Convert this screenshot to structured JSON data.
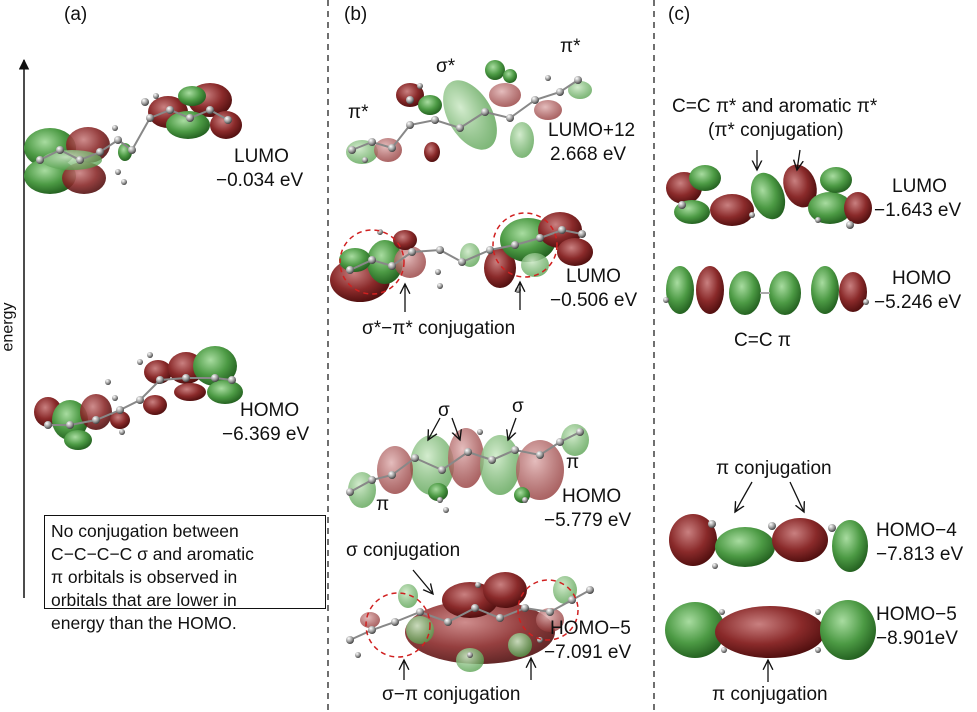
{
  "panels": {
    "a": {
      "tag": "(a)",
      "axis_label": "energy",
      "lumo": {
        "name": "LUMO",
        "energy": "−0.034 eV"
      },
      "homo": {
        "name": "HOMO",
        "energy": "−6.369 eV"
      },
      "note_lines": [
        "No conjugation between",
        "C−C−C−C σ and aromatic",
        "π orbitals is observed in",
        "orbitals that are lower in",
        "energy than the HOMO."
      ]
    },
    "b": {
      "tag": "(b)",
      "pi_star_left": "π*",
      "sigma_star": "σ*",
      "pi_star_right": "π*",
      "lumo12": {
        "name": "LUMO+12",
        "energy": "2.668 eV"
      },
      "lumo": {
        "name": "LUMO",
        "energy": "−0.506 eV"
      },
      "sigma_pi_star_conj": "σ*−π* conjugation",
      "sigma1": "σ",
      "sigma2": "σ",
      "pi_right": "π",
      "pi_left": "π",
      "homo": {
        "name": "HOMO",
        "energy": "−5.779 eV"
      },
      "sigma_conj": "σ conjugation",
      "homo5": {
        "name": "HOMO−5",
        "energy": "−7.091 eV"
      },
      "sigma_pi_conj": "σ−π conjugation"
    },
    "c": {
      "tag": "(c)",
      "top_label_1": "C=C π* and aromatic π*",
      "top_label_2": "(π* conjugation)",
      "lumo": {
        "name": "LUMO",
        "energy": "−1.643 eV"
      },
      "homo": {
        "name": "HOMO",
        "energy": "−5.246 eV"
      },
      "cc_pi": "C=C π",
      "pi_conj_top": "π conjugation",
      "homo4": {
        "name": "HOMO−4",
        "energy": "−7.813 eV"
      },
      "homo5": {
        "name": "HOMO−5",
        "energy": "−8.901eV"
      },
      "pi_conj_bottom": "π conjugation"
    }
  },
  "colors": {
    "lobe_green": "#3f8f3a",
    "lobe_red": "#7a1c1c",
    "highlight": "#d02020"
  }
}
